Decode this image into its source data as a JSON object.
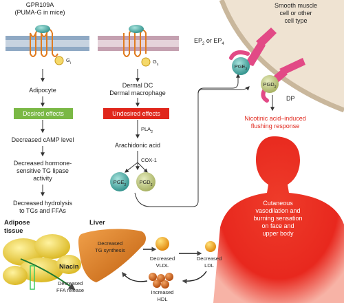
{
  "receptor": {
    "line1": "GPR109A",
    "line2": "(PUMA-G in mice)"
  },
  "g_protein": {
    "left": "G",
    "left_sub": "i",
    "right": "G",
    "right_sub": "s"
  },
  "smooth_muscle": {
    "line1": "Smooth muscle",
    "line2": "cell or other",
    "line3": "cell type"
  },
  "ep_receptor": {
    "text": "EP",
    "sub2": "2",
    "or": " or EP",
    "sub4": "4"
  },
  "dp_receptor": "DP",
  "adipocyte": "Adipocyte",
  "dermal": {
    "line1": "Dermal DC",
    "line2": "Dermal macrophage"
  },
  "desired_effects": {
    "label": "Desired effects",
    "color": "#7ab845"
  },
  "undesired_effects": {
    "label": "Undesired effects",
    "color": "#e0261b"
  },
  "left_chain": {
    "step1": "Decreased cAMP level",
    "step2": [
      "Decreased hormone-",
      "sensitive TG lipase",
      "activity"
    ],
    "step3": [
      "Decreased hydrolysis",
      "to TGs and FFAs"
    ]
  },
  "middle_chain": {
    "pla2": "PLA",
    "pla2_sub": "2",
    "arachidonic": "Arachidonic acid",
    "cox1": "COX-1",
    "pge2": "PGE",
    "pge2_sub": "2",
    "pgd2": "PGD",
    "pgd2_sub": "2"
  },
  "flushing": {
    "line1": "Nicotinic acid–induced",
    "line2": "flushing response"
  },
  "body_text": [
    "Cutaneous",
    "vasodilation and",
    "burning sensation",
    "on face and",
    "upper body"
  ],
  "adipose": {
    "line1": "Adipose",
    "line2": "tissue"
  },
  "niacin": "Niacin",
  "ffa_release": {
    "line1": "Decreased",
    "line2": "FFA release"
  },
  "liver": {
    "title": "Liver",
    "line1": "Decreased",
    "line2": "TG synthesis"
  },
  "vldl": {
    "line1": "Decreased",
    "line2": "VLDL"
  },
  "ldl": {
    "line1": "Decreased",
    "line2": "LDL"
  },
  "hdl": {
    "line1": "Increased",
    "line2": "HDL"
  },
  "colors": {
    "receptor": "#e07b1f",
    "membrane_left": "#8fa9c4",
    "membrane_right": "#c4a0b0",
    "teal": "#3aa7a0",
    "pink_receptor": "#e24a86",
    "liver": "#d9741c",
    "fat": "#f2d23a",
    "lipo": "#f0a21a",
    "body": "#e8281e",
    "tan_cell": "#efe3d2"
  }
}
